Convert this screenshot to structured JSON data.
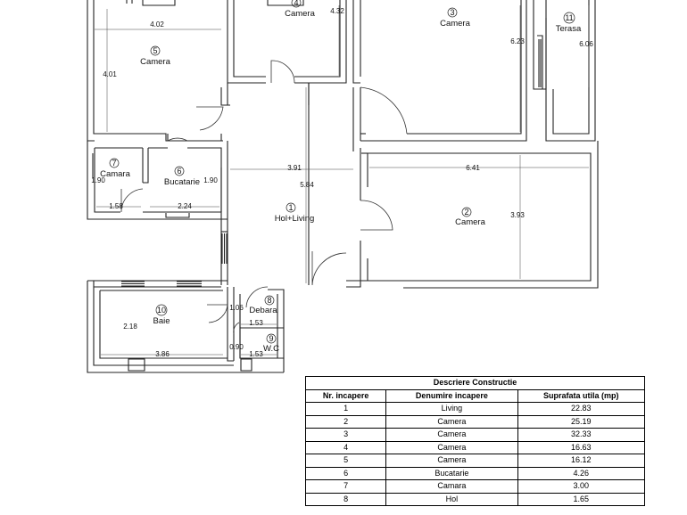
{
  "rooms": {
    "r1": {
      "num": "1",
      "name": "Hol+Living"
    },
    "r2": {
      "num": "2",
      "name": "Camera"
    },
    "r3": {
      "num": "3",
      "name": "Camera"
    },
    "r4": {
      "num": "4",
      "name": "Camera"
    },
    "r5": {
      "num": "5",
      "name": "Camera"
    },
    "r6": {
      "num": "6",
      "name": "Bucatarie"
    },
    "r7": {
      "num": "7",
      "name": "Camara"
    },
    "r8": {
      "num": "8",
      "name": "Debara"
    },
    "r9": {
      "num": "9",
      "name": "W.C"
    },
    "r10": {
      "num": "10",
      "name": "Baie"
    },
    "r11": {
      "num": "11",
      "name": "Terasa"
    }
  },
  "dimensions": {
    "d402": "4.02",
    "d432": "4.32",
    "d623": "6.23",
    "d606": "6.06",
    "d401": "4.01",
    "d391": "3.91",
    "d641": "6.41",
    "d584": "5.84",
    "d393": "3.93",
    "d190a": "1.90",
    "d190b": "1.90",
    "d158": "1.58",
    "d224": "2.24",
    "d218": "2.18",
    "d386": "3.86",
    "d106": "1.06",
    "d153a": "1.53",
    "d090": "0.90",
    "d153b": "1.53"
  },
  "table": {
    "title": "Descriere Constructie",
    "headers": [
      "Nr. incapere",
      "Denumire incapere",
      "Suprafata utila (mp)"
    ],
    "rows": [
      [
        "1",
        "Living",
        "22.83"
      ],
      [
        "2",
        "Camera",
        "25.19"
      ],
      [
        "3",
        "Camera",
        "32.33"
      ],
      [
        "4",
        "Camera",
        "16.63"
      ],
      [
        "5",
        "Camera",
        "16.12"
      ],
      [
        "6",
        "Bucatarie",
        "4.26"
      ],
      [
        "7",
        "Camara",
        "3.00"
      ],
      [
        "8",
        "Hol",
        "1.65"
      ]
    ]
  }
}
